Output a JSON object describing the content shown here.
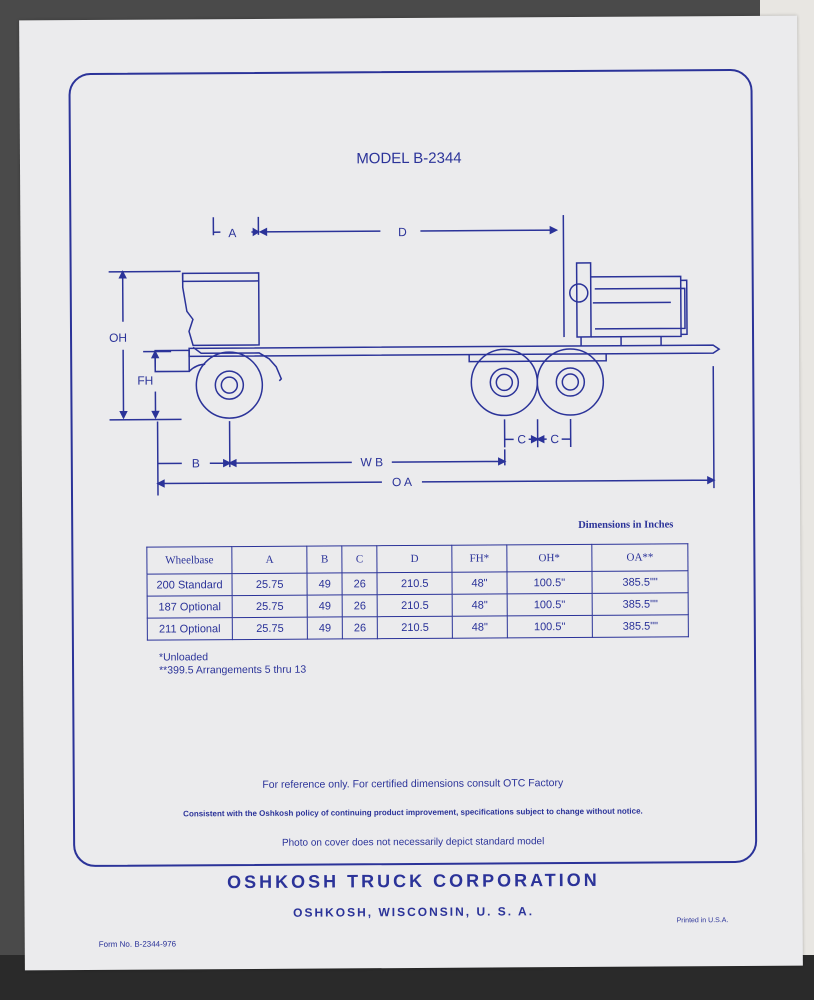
{
  "model_title": "MODEL B-2344",
  "diagram_labels": {
    "a": "A",
    "d": "D",
    "oh": "OH",
    "fh": "FH",
    "c1": "C",
    "c2": "C",
    "b": "B",
    "wb": "W B",
    "oa": "O A"
  },
  "dimensions_caption": "Dimensions in Inches",
  "table": {
    "headers": [
      "Wheelbase",
      "A",
      "B",
      "C",
      "D",
      "FH*",
      "OH*",
      "OA**"
    ],
    "rows": [
      [
        "200 Standard",
        "25.75",
        "49",
        "26",
        "210.5",
        "48\"",
        "100.5\"",
        "385.5\"\""
      ],
      [
        "187 Optional",
        "25.75",
        "49",
        "26",
        "210.5",
        "48\"",
        "100.5\"",
        "385.5\"\""
      ],
      [
        "211 Optional",
        "25.75",
        "49",
        "26",
        "210.5",
        "48\"",
        "100.5\"",
        "385.5\"\""
      ]
    ]
  },
  "notes": {
    "unloaded": "*Unloaded",
    "arrangements": "**399.5 Arrangements 5 thru 13"
  },
  "reference_text": "For reference only. For certified dimensions consult OTC Factory",
  "policy_text": "Consistent with the Oshkosh policy of continuing product improvement, specifications subject to change without notice.",
  "photo_text": "Photo on cover does not necessarily depict standard model",
  "corporation": "OSHKOSH TRUCK CORPORATION",
  "location": "OSHKOSH, WISCONSIN, U. S. A.",
  "form_number": "Form No. B-2344-976",
  "printed_in": "Printed in U.S.A.",
  "colors": {
    "ink": "#2b3399",
    "paper": "#ebebed"
  }
}
